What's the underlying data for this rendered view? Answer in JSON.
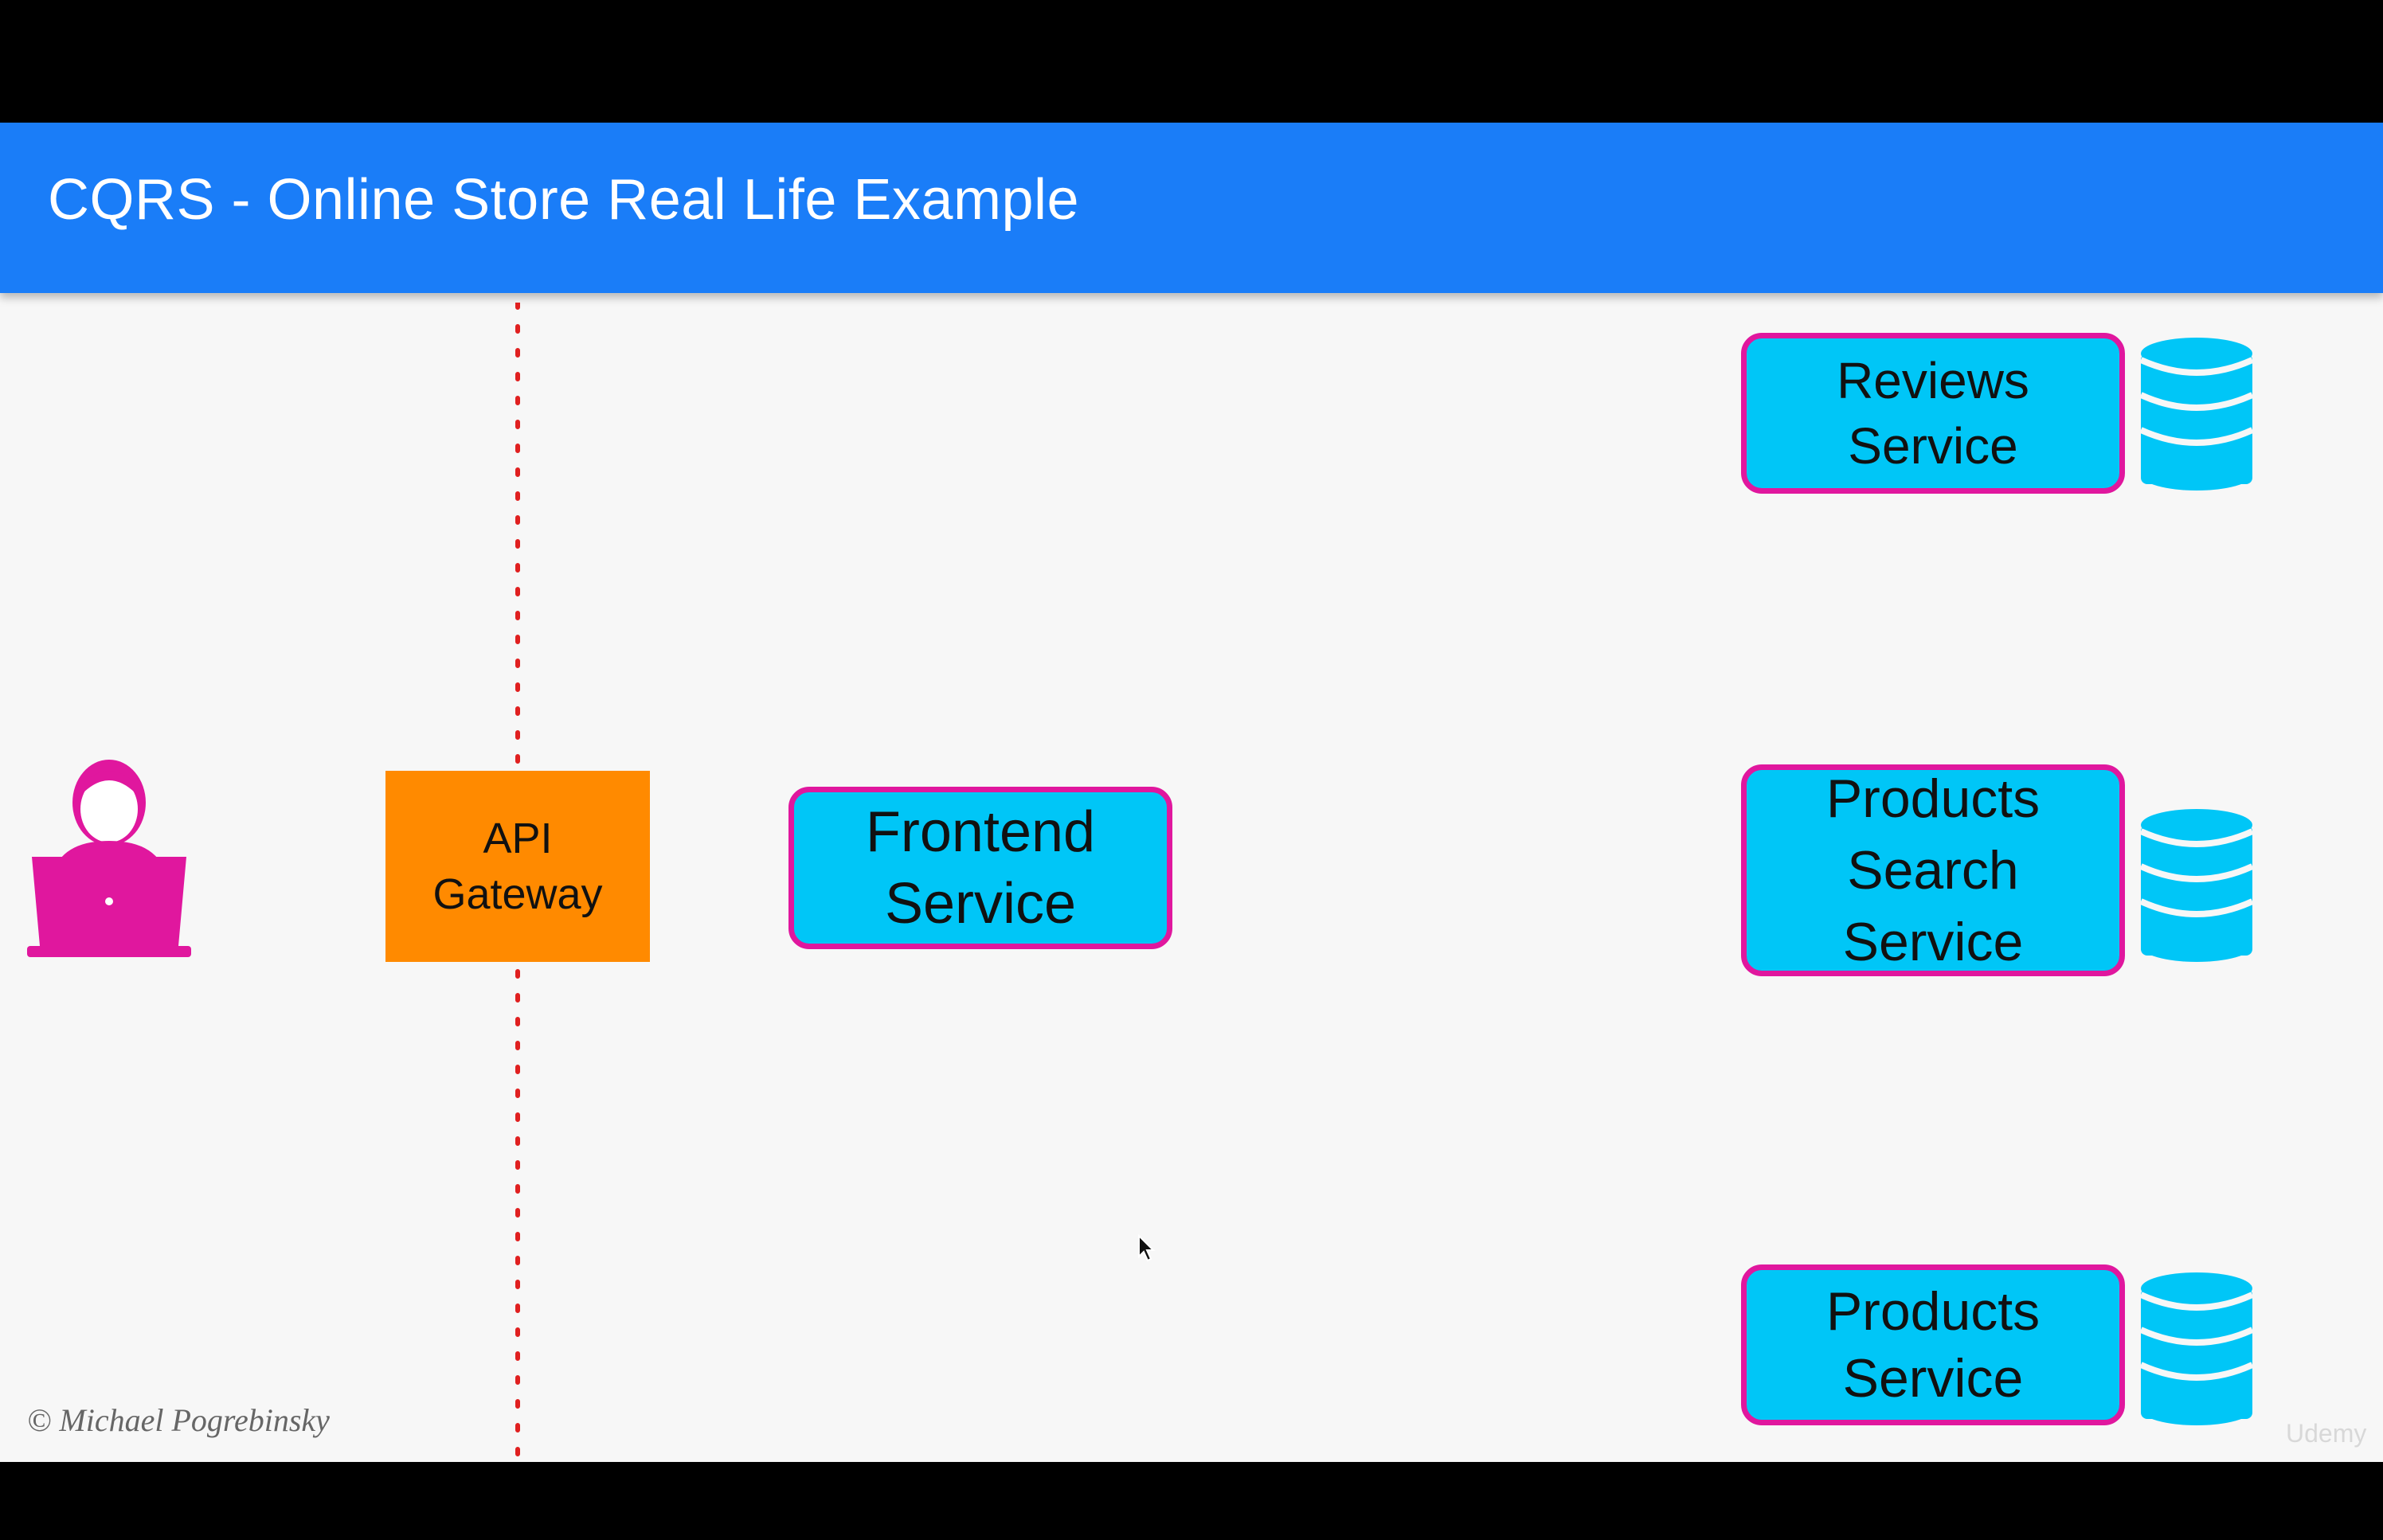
{
  "slide": {
    "title": "CQRS - Online Store Real Life Example",
    "copyright": "© Michael Pogrebinsky",
    "watermark": "Udemy"
  },
  "diagram": {
    "user": {
      "icon": "user-laptop-icon"
    },
    "api_gateway": {
      "label": "API\nGateway"
    },
    "frontend_service": {
      "label": "Frontend\nService"
    },
    "services": [
      {
        "label": "Reviews\nService",
        "db_icon": "database-icon"
      },
      {
        "label": "Products\nSearch\nService",
        "db_icon": "database-icon"
      },
      {
        "label": "Products\nService",
        "db_icon": "database-icon"
      }
    ]
  },
  "colors": {
    "header": "#1a7df8",
    "gateway": "#ff8a00",
    "service_fill": "#00c6f7",
    "service_border": "#e0179e",
    "user_icon": "#e0179e",
    "database": "#00c6f7",
    "divider": "#e02020"
  }
}
